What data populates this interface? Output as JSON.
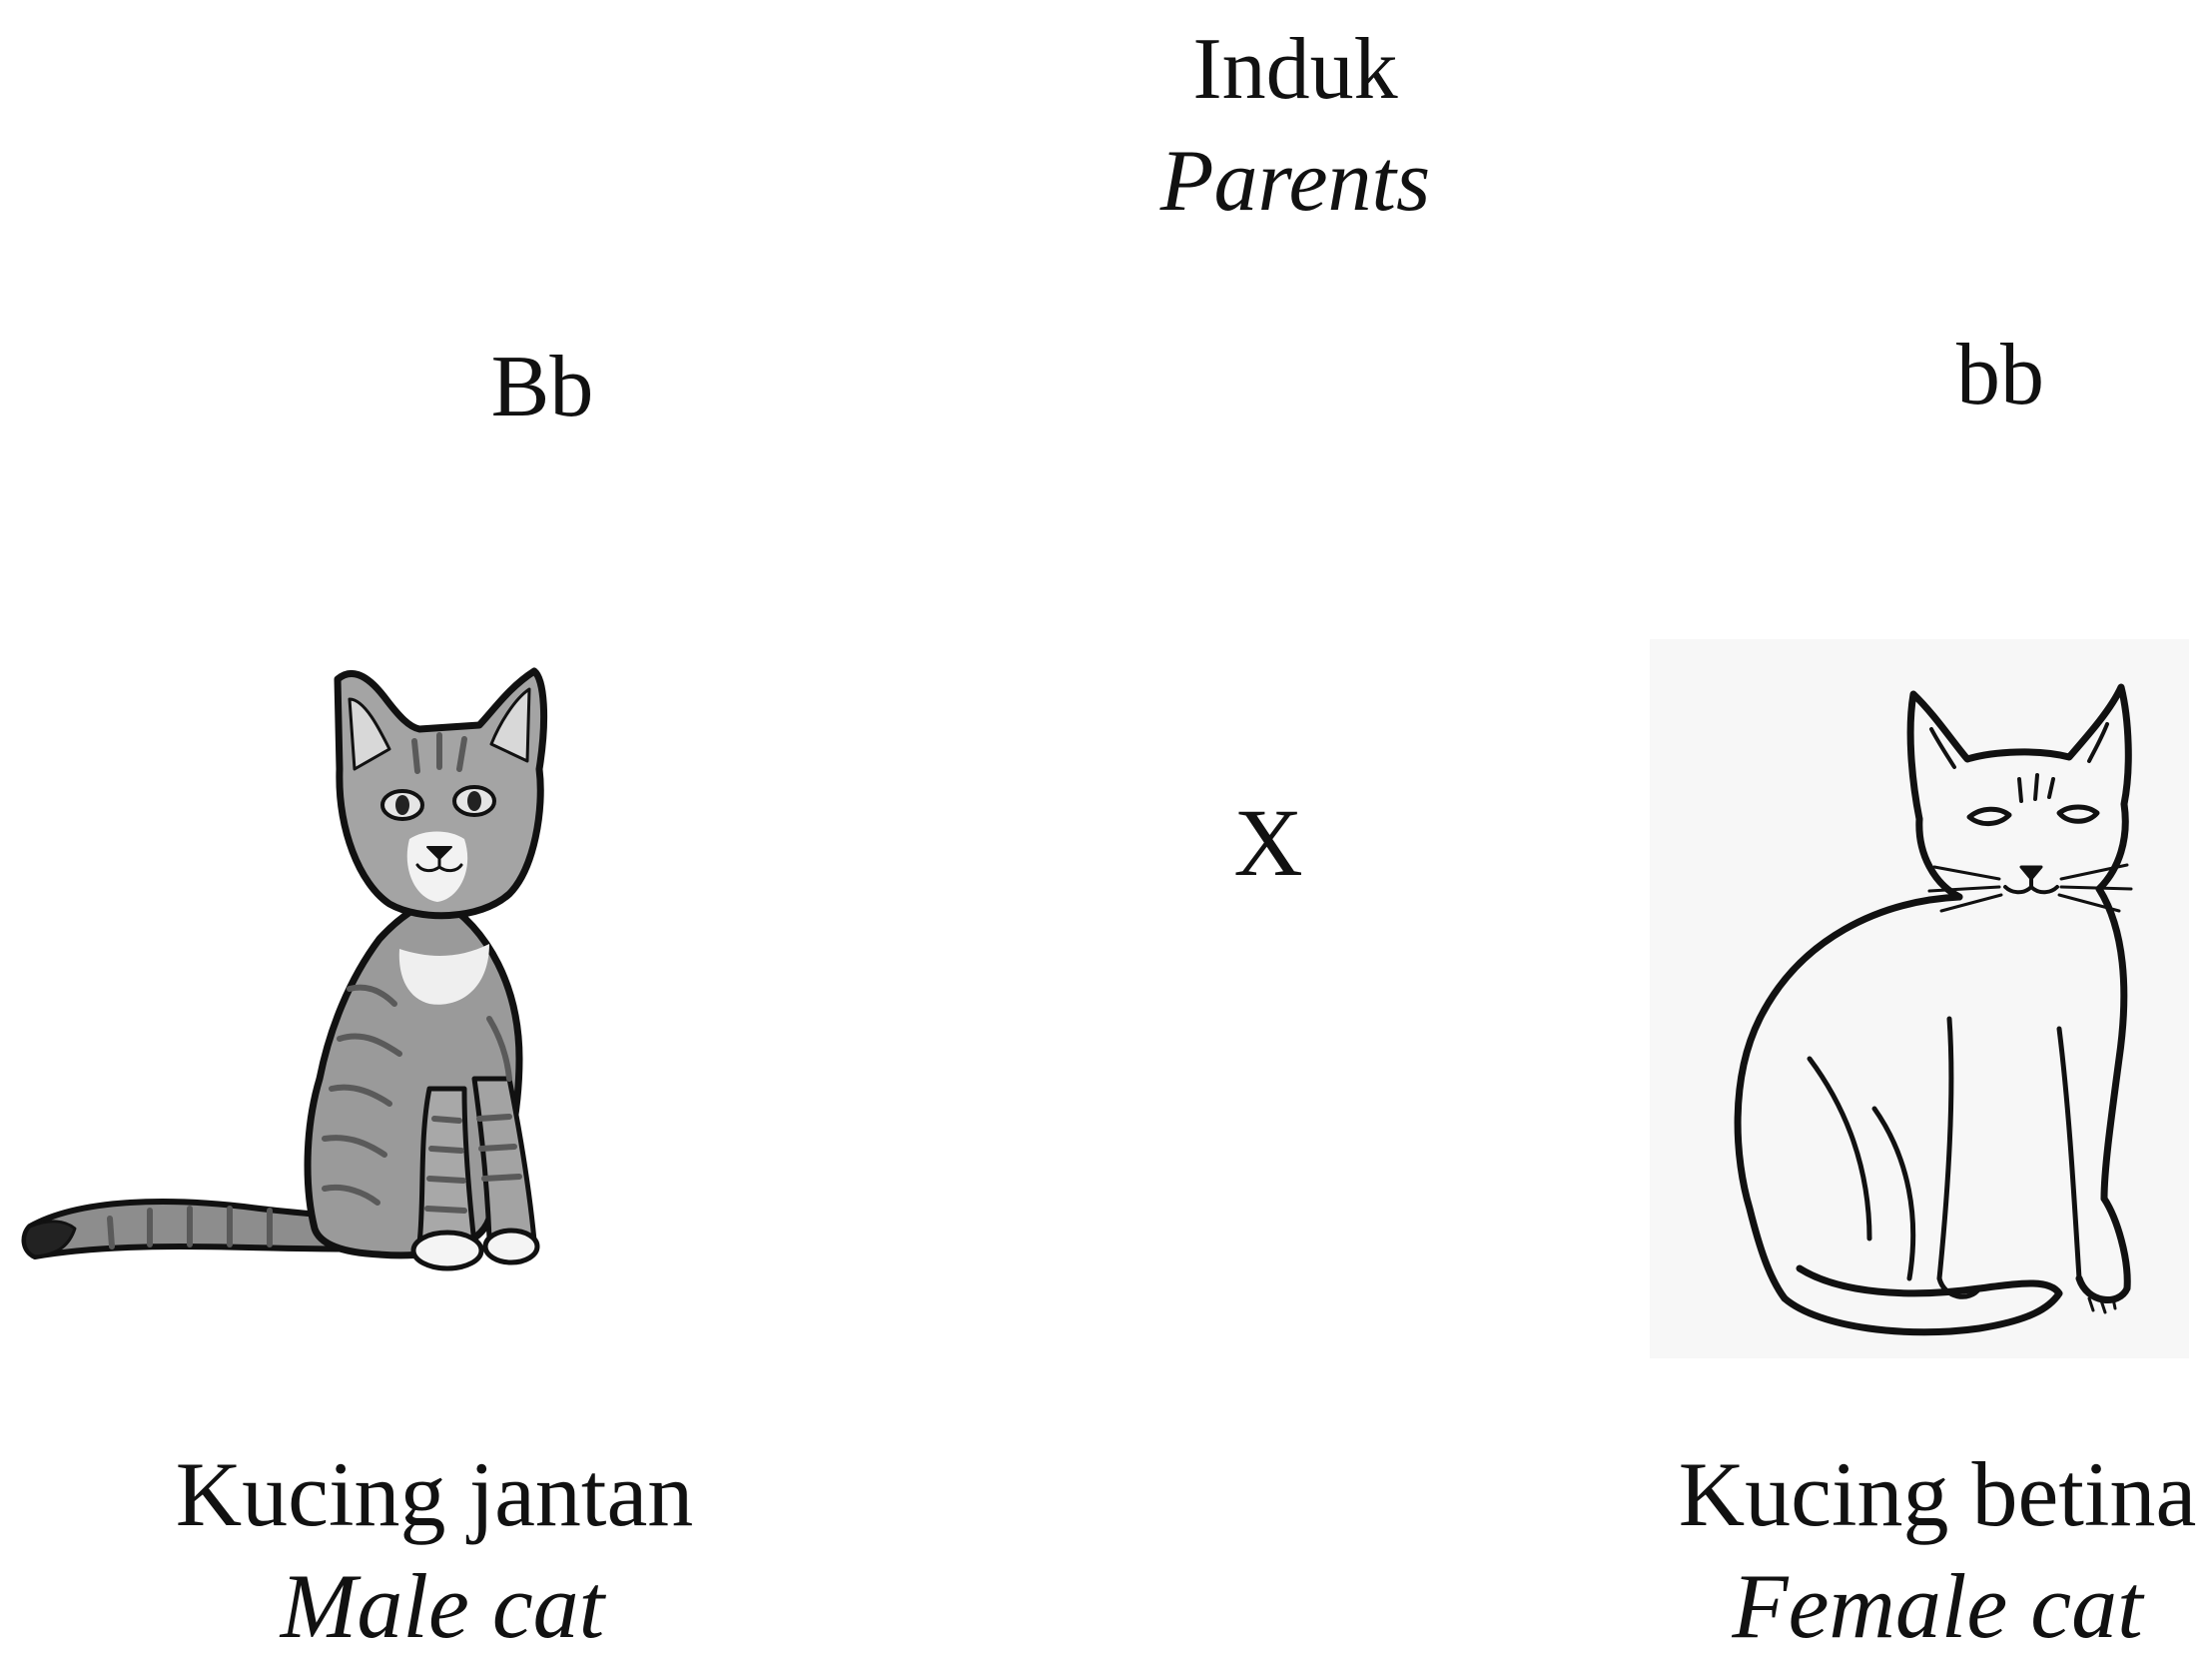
{
  "title": {
    "main": "Induk",
    "sub": "Parents"
  },
  "male": {
    "genotype": "Bb",
    "label_main": "Kucing jantan",
    "label_sub": "Male cat",
    "icon": "tabby-cat-illustration"
  },
  "cross_symbol": "X",
  "female": {
    "genotype": "bb",
    "label_main": "Kucing betina",
    "label_sub": "Female cat",
    "icon": "line-drawing-cat-illustration"
  }
}
